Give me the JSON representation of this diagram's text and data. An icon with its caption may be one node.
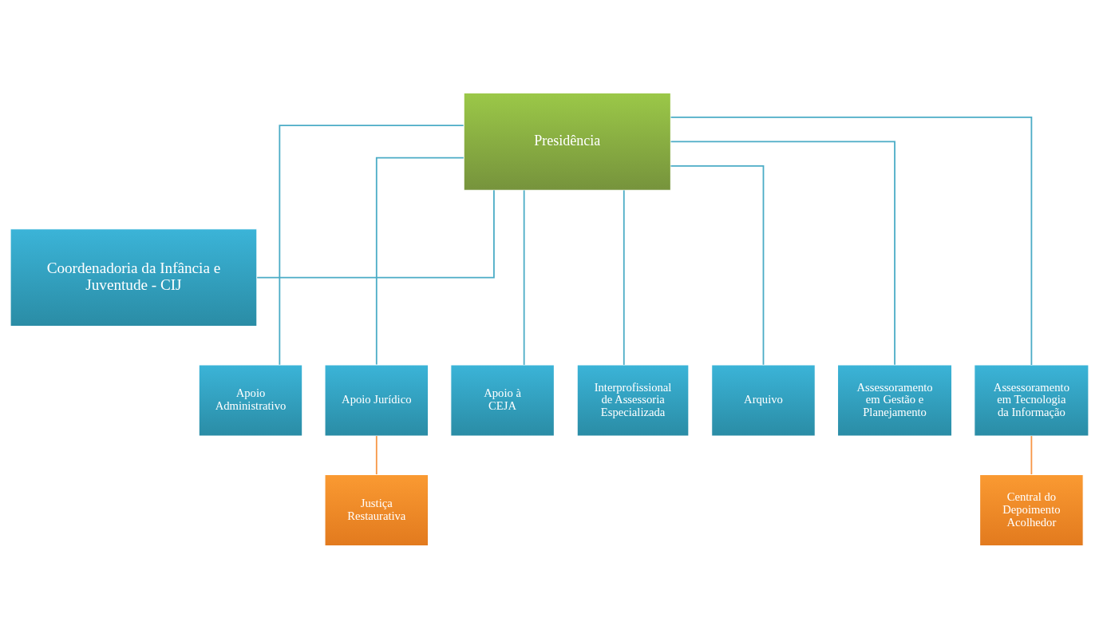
{
  "diagram": {
    "nodes": [
      {
        "text": [
          "Presidência"
        ]
      },
      {
        "text": [
          "Coordenadoria da Infância e Juventude - CIJ"
        ]
      },
      {
        "text": [
          "Apoio Administrativo"
        ]
      },
      {
        "text": [
          "Apoio Jurídico"
        ]
      },
      {
        "text": [
          "Apoio à CEJA"
        ]
      },
      {
        "text": [
          "Interprofissional de Assessoria Especializada"
        ]
      },
      {
        "text": [
          "Arquivo"
        ]
      },
      {
        "text": [
          "Assessoramento em Gestão e Planejamento"
        ]
      },
      {
        "text": [
          "Assessoramento em Tecnologia da Informação"
        ]
      },
      {
        "text": [
          "Justiça Restaurativa"
        ]
      },
      {
        "text": [
          "Central do Depoimento Acolhedor"
        ]
      }
    ],
    "edges": [
      {
        "from": 0,
        "to": 1,
        "arrow": "none"
      },
      {
        "from": 0,
        "to": 2,
        "arrow": "none"
      },
      {
        "from": 0,
        "to": 3,
        "arrow": "none"
      },
      {
        "from": 0,
        "to": 4,
        "arrow": "none"
      },
      {
        "from": 0,
        "to": 5,
        "arrow": "none"
      },
      {
        "from": 0,
        "to": 6,
        "arrow": "none"
      },
      {
        "from": 0,
        "to": 7,
        "arrow": "none"
      },
      {
        "from": 0,
        "to": 8,
        "arrow": "none"
      },
      {
        "from": 3,
        "to": 9,
        "arrow": "none",
        "color": "#f79646"
      },
      {
        "from": 8,
        "to": 10,
        "arrow": "none",
        "color": "#f79646"
      }
    ]
  }
}
